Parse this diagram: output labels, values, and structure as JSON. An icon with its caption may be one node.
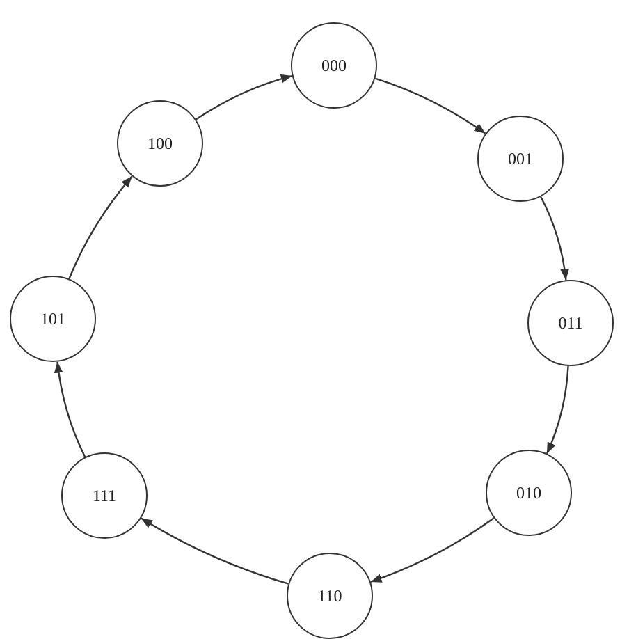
{
  "diagram": {
    "nodes": [
      {
        "text": [
          "000"
        ]
      },
      {
        "text": [
          "001"
        ]
      },
      {
        "text": [
          "011"
        ]
      },
      {
        "text": [
          "010"
        ]
      },
      {
        "text": [
          "110"
        ]
      },
      {
        "text": [
          "111"
        ]
      },
      {
        "text": [
          "101"
        ]
      },
      {
        "text": [
          "100"
        ]
      }
    ],
    "edges": [
      {
        "from": 0,
        "to": 1,
        "arrow": "to"
      },
      {
        "from": 1,
        "to": 2,
        "arrow": "to"
      },
      {
        "from": 2,
        "to": 3,
        "arrow": "to"
      },
      {
        "from": 3,
        "to": 4,
        "arrow": "to"
      },
      {
        "from": 4,
        "to": 5,
        "arrow": "to"
      },
      {
        "from": 5,
        "to": 6,
        "arrow": "to"
      },
      {
        "from": 6,
        "to": 7,
        "arrow": "to"
      },
      {
        "from": 7,
        "to": 0,
        "arrow": "to"
      }
    ]
  }
}
